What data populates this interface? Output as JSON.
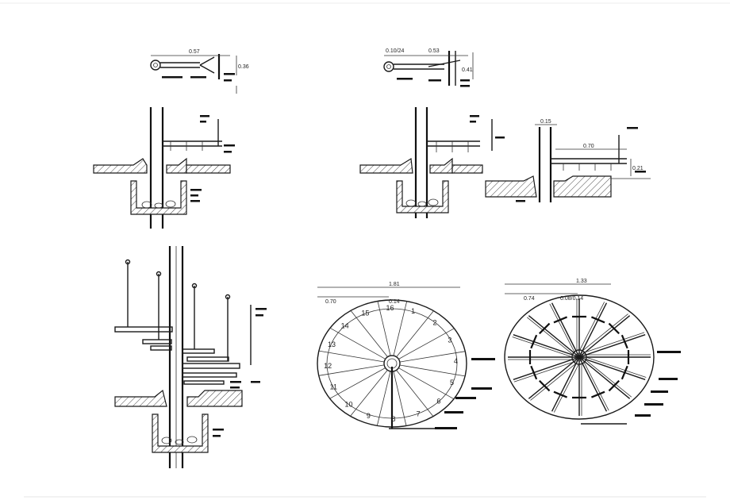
{
  "drawing": {
    "top_left_dims": [
      "0.57",
      "0.36"
    ],
    "top_right_dims": [
      "0.10/24",
      "0.53",
      "0.41"
    ],
    "section_right_dims": [
      "0.15",
      "0.70",
      "0.21"
    ],
    "plan_left_dims": [
      "1.81",
      "0.70",
      "0.14"
    ],
    "plan_right_dims": [
      "1.33",
      "0.74",
      "0.08/0.14"
    ],
    "step_numbers": [
      "1",
      "2",
      "3",
      "4",
      "5",
      "6",
      "7",
      "8",
      "9",
      "10",
      "11",
      "12",
      "13",
      "14",
      "15",
      "16"
    ],
    "colors": {
      "line": "#1a1a1a",
      "background": "#ffffff",
      "frame_rule": "#e6e6e6"
    }
  }
}
